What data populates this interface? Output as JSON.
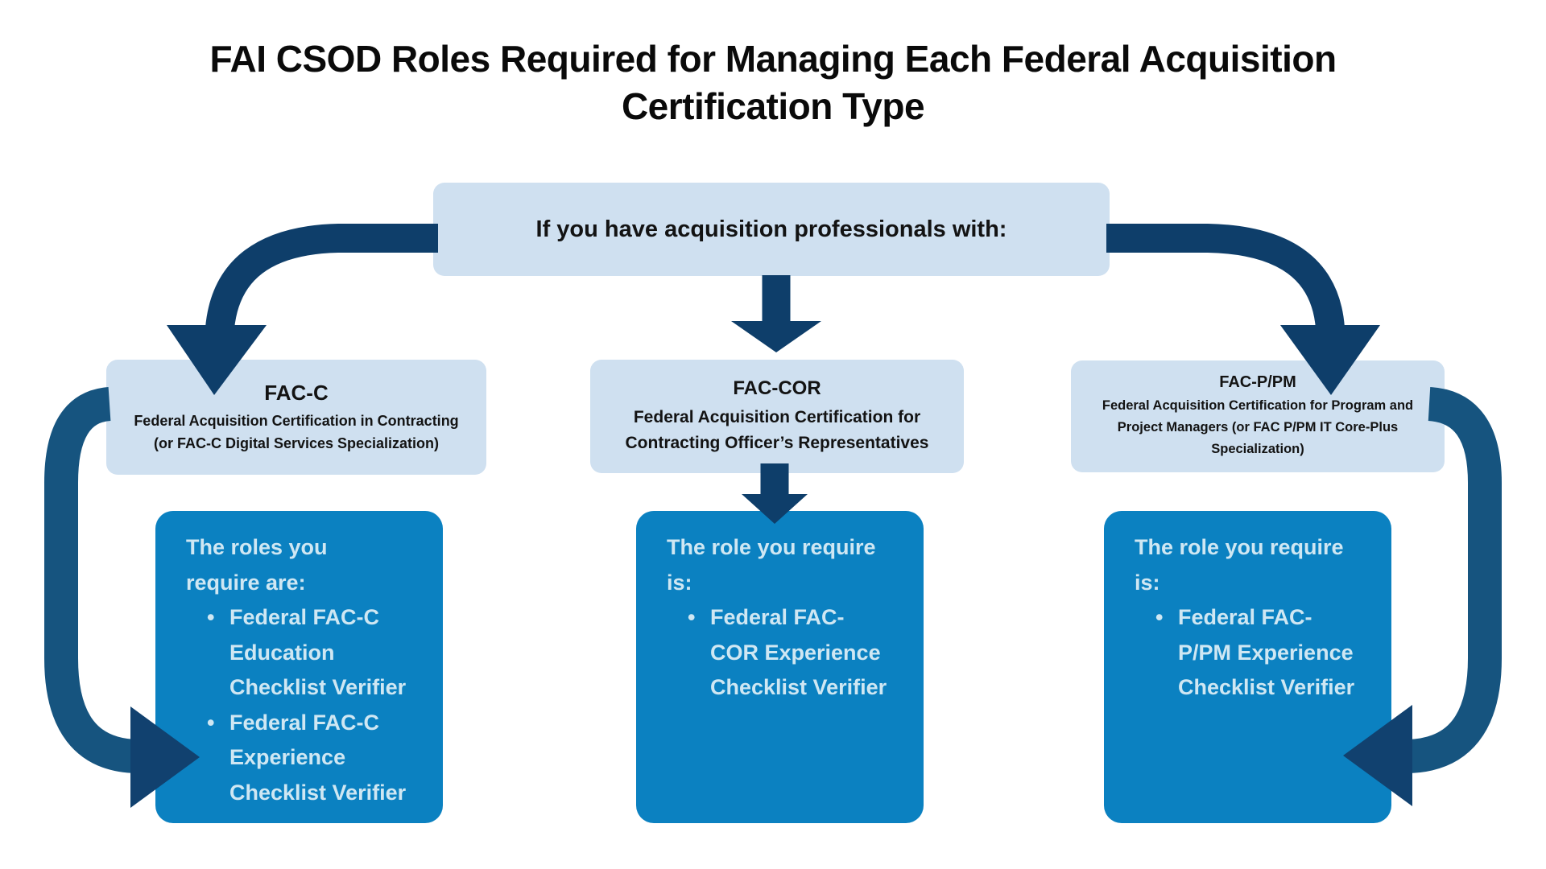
{
  "title": "FAI CSOD Roles Required for Managing Each Federal Acquisition\nCertification Type",
  "root_box": {
    "label": "If you have acquisition professionals with:"
  },
  "cert_boxes": [
    {
      "title": "FAC-C",
      "subtitle": "Federal Acquisition Certification in Contracting\n(or FAC-C Digital Services Specialization)"
    },
    {
      "title": "FAC-COR",
      "subtitle": "Federal Acquisition Certification for\nContracting Officer’s Representatives"
    },
    {
      "title": "FAC-P/PM",
      "subtitle": "Federal Acquisition Certification for Program and\nProject Managers (or FAC P/PM IT Core-Plus\nSpecialization)"
    }
  ],
  "role_boxes": [
    {
      "intro": "The roles you\nrequire are:",
      "bullets": [
        "Federal FAC-C\nEducation\nChecklist Verifier",
        "Federal FAC-C\nExperience\nChecklist Verifier"
      ]
    },
    {
      "intro": "The role you require\nis:",
      "bullets": [
        "Federal FAC-\nCOR Experience\nChecklist Verifier"
      ]
    },
    {
      "intro": "The role you require\nis:",
      "bullets": [
        "Federal FAC-\nP/PM Experience\nChecklist Verifier"
      ]
    }
  ],
  "colors": {
    "background": "#ffffff",
    "light_box": "#cfe0f0",
    "role_box": "#0b81c1",
    "role_box_text": "#cfe7f3",
    "arrow_dark": "#0e3e6a",
    "arrow_side": "#16547f",
    "arrow_side_head": "#11416f",
    "text_dark": "#131313"
  }
}
